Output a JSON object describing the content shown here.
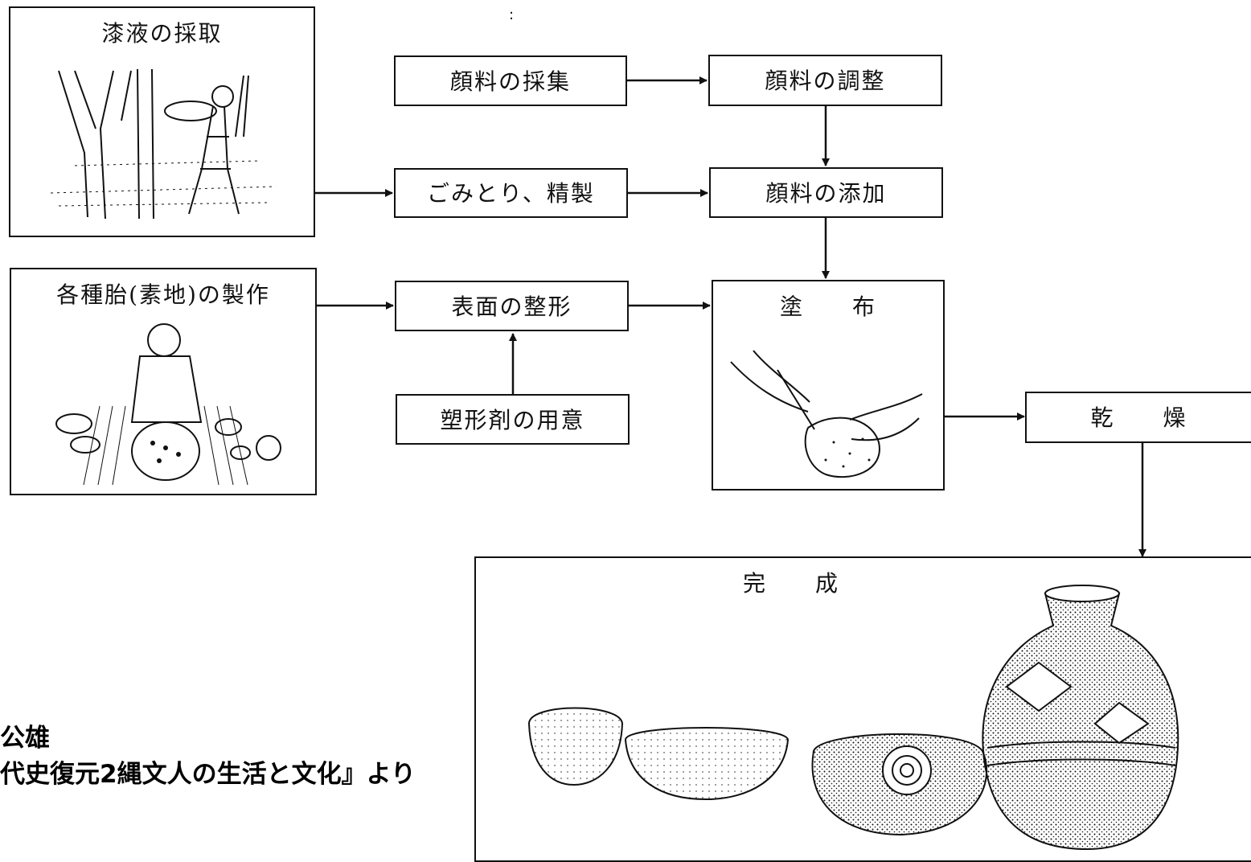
{
  "panels": {
    "sap": "漆液の採取",
    "base": "各種胎(素地)の製作",
    "apply": "塗　　布",
    "done": "完　　成"
  },
  "steps": {
    "pigment_collect": "顔料の採集",
    "pigment_adjust": "顔料の調整",
    "refine": "ごみとり、精製",
    "pigment_add": "顔料の添加",
    "surface": "表面の整形",
    "plastic": "塑形剤の用意",
    "dry": "乾　　燥"
  },
  "credit": {
    "line1": "公雄",
    "line2": "代史復元2縄文人の生活と文化』より"
  },
  "stray_mark": ":",
  "colors": {
    "ink": "#111111",
    "paper": "#ffffff"
  }
}
